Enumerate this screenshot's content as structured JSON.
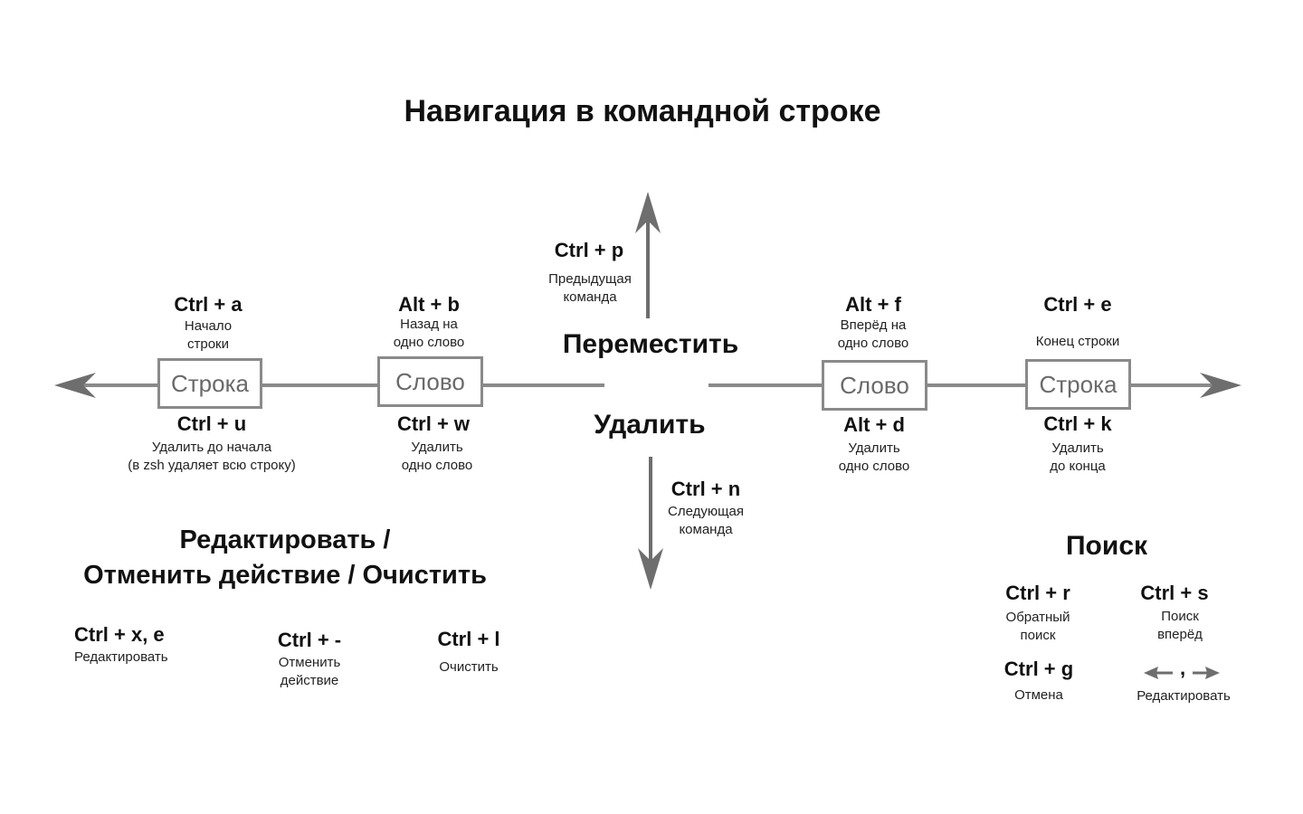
{
  "title": "Навигация в командной строке",
  "center": {
    "move": "Переместить",
    "delete": "Удалить"
  },
  "boxes": {
    "line": "Строка",
    "word": "Слово"
  },
  "up": {
    "key": "Ctrl + p",
    "desc1": "Предыдущая",
    "desc2": "команда"
  },
  "down": {
    "key": "Ctrl + n",
    "desc1": "Следующая",
    "desc2": "команда"
  },
  "left_line": {
    "move_key": "Ctrl + a",
    "move_desc1": "Начало",
    "move_desc2": "строки",
    "del_key": "Ctrl + u",
    "del_desc1": "Удалить до начала",
    "del_desc2": "(в zsh удаляет всю строку)"
  },
  "left_word": {
    "move_key": "Alt + b",
    "move_desc1": "Назад на",
    "move_desc2": "одно слово",
    "del_key": "Ctrl + w",
    "del_desc1": "Удалить",
    "del_desc2": "одно слово"
  },
  "right_word": {
    "move_key": "Alt + f",
    "move_desc1": "Вперёд на",
    "move_desc2": "одно слово",
    "del_key": "Alt + d",
    "del_desc1": "Удалить",
    "del_desc2": "одно слово"
  },
  "right_line": {
    "move_key": "Ctrl + e",
    "move_desc1": "Конец строки",
    "del_key": "Ctrl + k",
    "del_desc1": "Удалить",
    "del_desc2": "до конца"
  },
  "edit": {
    "heading1": "Редактировать /",
    "heading2": "Отменить действие / Очистить",
    "items": [
      {
        "key": "Ctrl + x, e",
        "desc1": "Редактировать"
      },
      {
        "key": "Ctrl +  -",
        "desc1": "Отменить",
        "desc2": "действие"
      },
      {
        "key": "Ctrl + l",
        "desc1": "Очистить"
      }
    ]
  },
  "search": {
    "heading": "Поиск",
    "items": [
      {
        "key": "Ctrl + r",
        "desc1": "Обратный",
        "desc2": "поиск"
      },
      {
        "key": "Ctrl + s",
        "desc1": "Поиск",
        "desc2": "вперёд"
      },
      {
        "key": "Ctrl + g",
        "desc1": "Отмена"
      },
      {
        "key": ",",
        "desc1": "Редактировать"
      }
    ]
  },
  "colors": {
    "line": "#8a8a8a",
    "arrow": "#6e6e6e",
    "text": "#111111"
  }
}
